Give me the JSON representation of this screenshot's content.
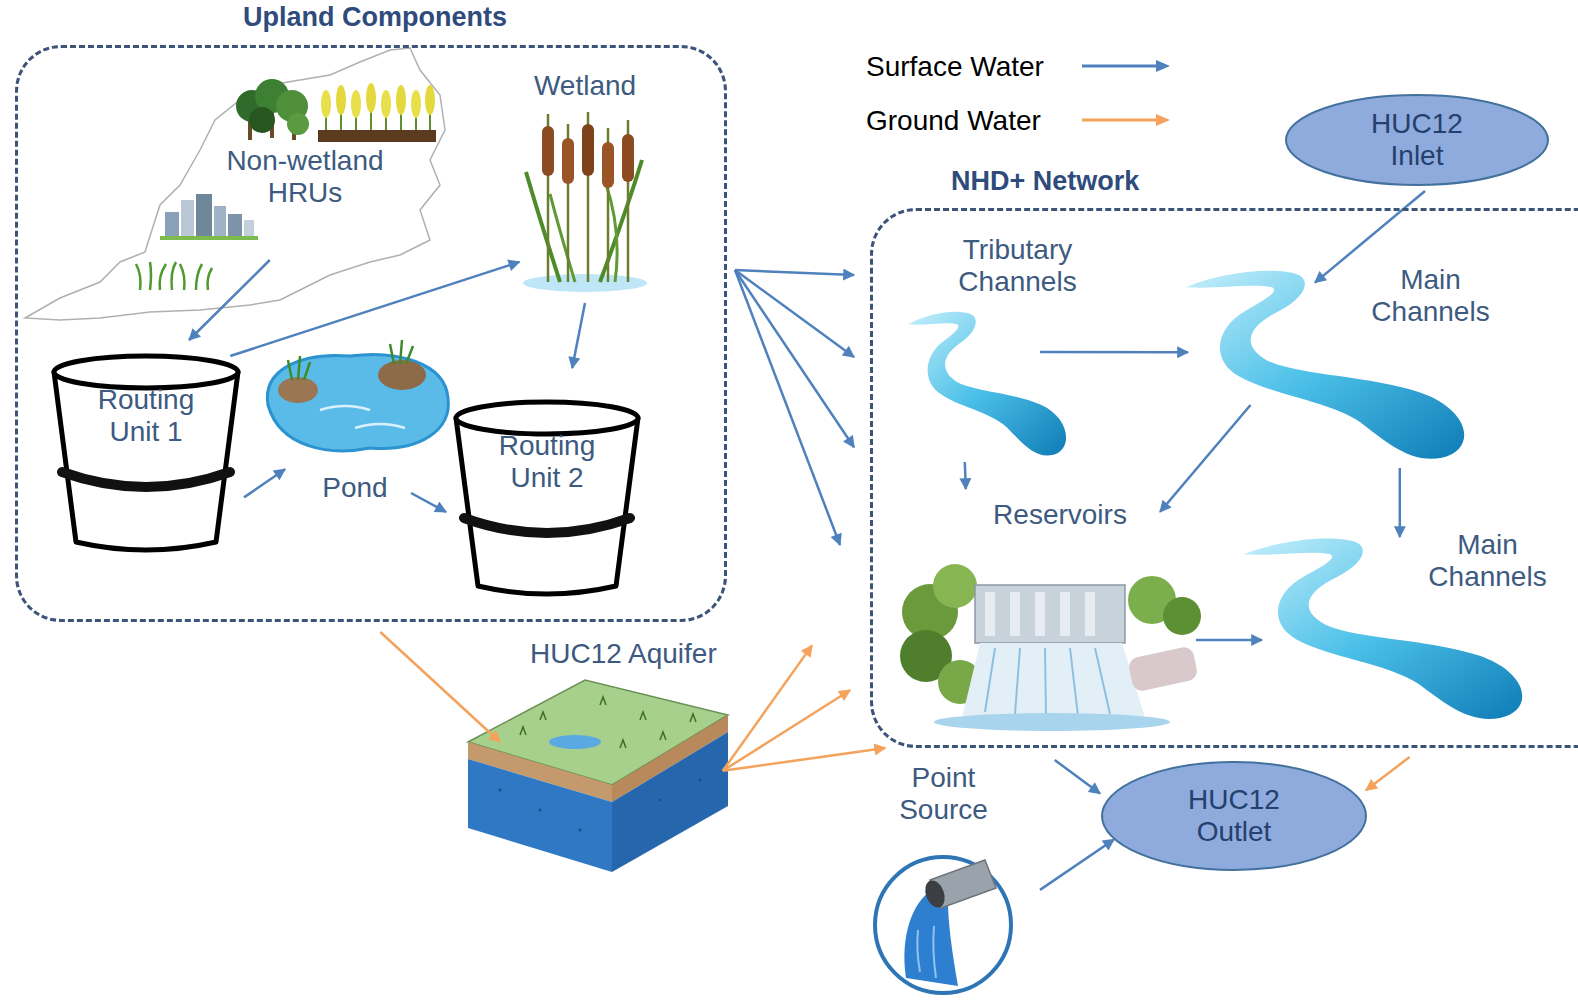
{
  "diagram": {
    "nodes": [
      {
        "text": [
          "Upland Components"
        ]
      },
      {
        "text": [
          "Non-wetland HRUs"
        ],
        "in": 0
      },
      {
        "text": [
          "Wetland"
        ],
        "in": 0
      },
      {
        "text": [
          "Routing Unit 1"
        ],
        "in": 0
      },
      {
        "text": [
          "Pond"
        ],
        "in": 0
      },
      {
        "text": [
          "Routing Unit 2"
        ],
        "in": 0
      },
      {
        "text": [
          "HUC12 Inlet"
        ]
      },
      {
        "text": [
          "NHD+ Network"
        ]
      },
      {
        "text": [
          "Tributary Channels"
        ],
        "in": 7
      },
      {
        "text": [
          "Main Channels"
        ],
        "in": 7
      },
      {
        "text": [
          "Reservoirs"
        ],
        "in": 7
      },
      {
        "text": [
          "Main Channels"
        ],
        "in": 7
      },
      {
        "text": [
          "HUC12 Aquifer"
        ]
      },
      {
        "text": [
          "Point Source"
        ]
      },
      {
        "text": [
          "HUC12 Outlet"
        ]
      }
    ],
    "edges": [
      {
        "from": 1,
        "to": 3,
        "arrow": "to"
      },
      {
        "from": 3,
        "to": 2,
        "arrow": "to"
      },
      {
        "from": 3,
        "to": 4,
        "arrow": "to"
      },
      {
        "from": 2,
        "to": 5,
        "arrow": "to"
      },
      {
        "from": 4,
        "to": 5,
        "arrow": "to"
      },
      {
        "from": 0,
        "to": 7,
        "arrow": "to"
      },
      {
        "from": 0,
        "to": 7,
        "arrow": "to"
      },
      {
        "from": 0,
        "to": 7,
        "arrow": "to"
      },
      {
        "from": 0,
        "to": 7,
        "arrow": "to"
      },
      {
        "from": 0,
        "to": 12,
        "arrow": "to"
      },
      {
        "from": 12,
        "to": 7,
        "arrow": "to"
      },
      {
        "from": 12,
        "to": 7,
        "arrow": "to"
      },
      {
        "from": 12,
        "to": 7,
        "arrow": "to"
      },
      {
        "from": 6,
        "to": 9,
        "arrow": "to"
      },
      {
        "from": 8,
        "to": 9,
        "arrow": "to"
      },
      {
        "from": 8,
        "to": 10,
        "arrow": "to"
      },
      {
        "from": 9,
        "to": 10,
        "arrow": "to"
      },
      {
        "from": 9,
        "to": 11,
        "arrow": "to"
      },
      {
        "from": 10,
        "to": 11,
        "arrow": "to"
      },
      {
        "from": 7,
        "to": 14,
        "arrow": "to"
      },
      {
        "from": 7,
        "to": 14,
        "arrow": "to"
      },
      {
        "from": 13,
        "to": 14,
        "arrow": "to"
      }
    ],
    "legend": [
      {
        "text": "Surface Water"
      },
      {
        "text": "Ground Water"
      }
    ]
  }
}
